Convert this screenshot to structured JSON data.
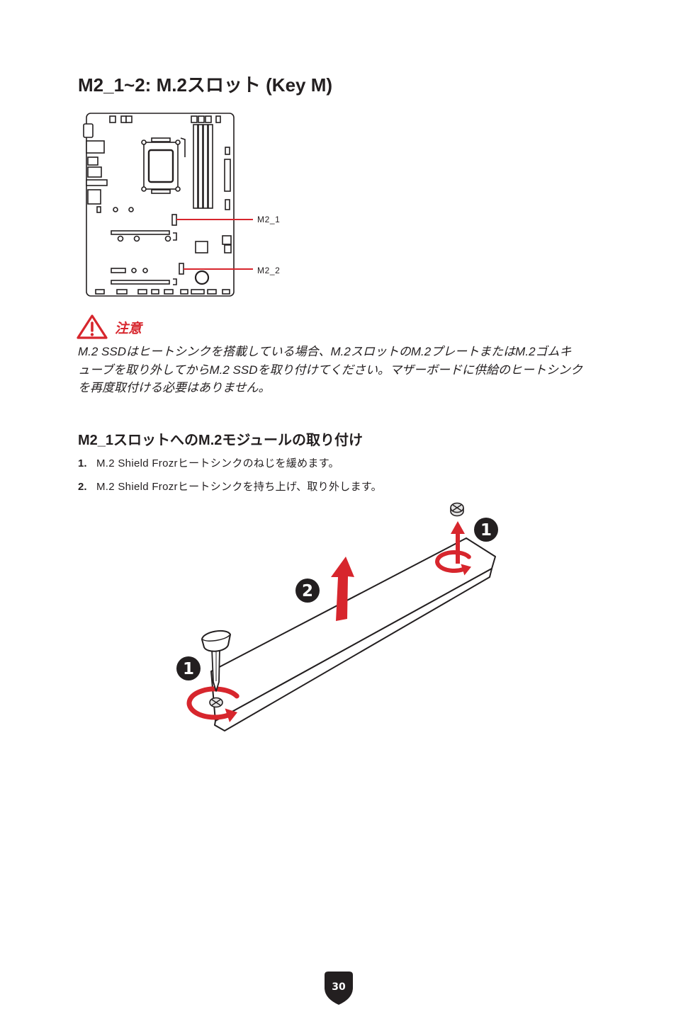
{
  "page": {
    "title": "M2_1~2: M.2スロット (Key M)",
    "page_number": "30"
  },
  "motherboard_diagram": {
    "m2_1_label": "M2_1",
    "m2_2_label": "M2_2"
  },
  "caution": {
    "icon": "warning-triangle-icon",
    "label": "注意",
    "lines": [
      "M.2 SSDはヒートシンクを搭載している場合、M.2スロットのM.2プレートまたはM.2ゴムキ",
      "ューブを取り外してからM.2 SSDを取り付けてください。マザーボードに供給のヒートシンク",
      "を再度取付ける必要はありません。"
    ]
  },
  "installation": {
    "heading": "M2_1スロットへのM.2モジュールの取り付け",
    "steps": [
      {
        "number": "1.",
        "text": "M.2 Shield Frozrヒートシンクのねじを緩めます。"
      },
      {
        "number": "2.",
        "text": "M.2 Shield Frozrヒートシンクを持ち上げ、取り外します。"
      }
    ]
  },
  "illustration": {
    "badge_screw_right": "1",
    "badge_lift": "2",
    "badge_screw_left": "1",
    "icons": [
      "screwdriver-icon",
      "screw-icon",
      "rotate-arrow-icon",
      "lift-arrow-icon"
    ]
  },
  "colors": {
    "accent": "#d7262d",
    "text": "#231f20"
  }
}
